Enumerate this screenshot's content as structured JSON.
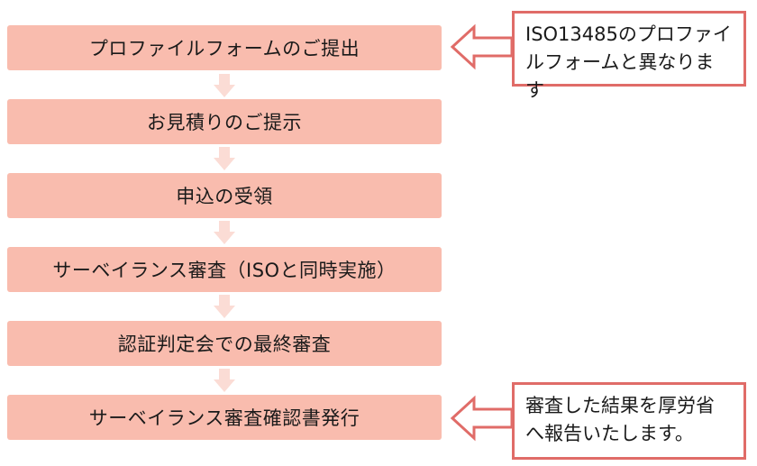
{
  "flow": {
    "steps": [
      "プロファイルフォームのご提出",
      "お見積りのご提示",
      "申込の受領",
      "サーベイランス審査（ISOと同時実施）",
      "認証判定会での最終審査",
      "サーベイランス審査確認書発行"
    ]
  },
  "notes": {
    "top": "ISO13485のプロファイルフォームと異なります",
    "bottom": "審査した結果を厚労省へ報告いたします。"
  },
  "colors": {
    "step_fill": "#f9bcae",
    "connector_arrow": "#fbdcd5",
    "callout_border": "#e06c68"
  }
}
